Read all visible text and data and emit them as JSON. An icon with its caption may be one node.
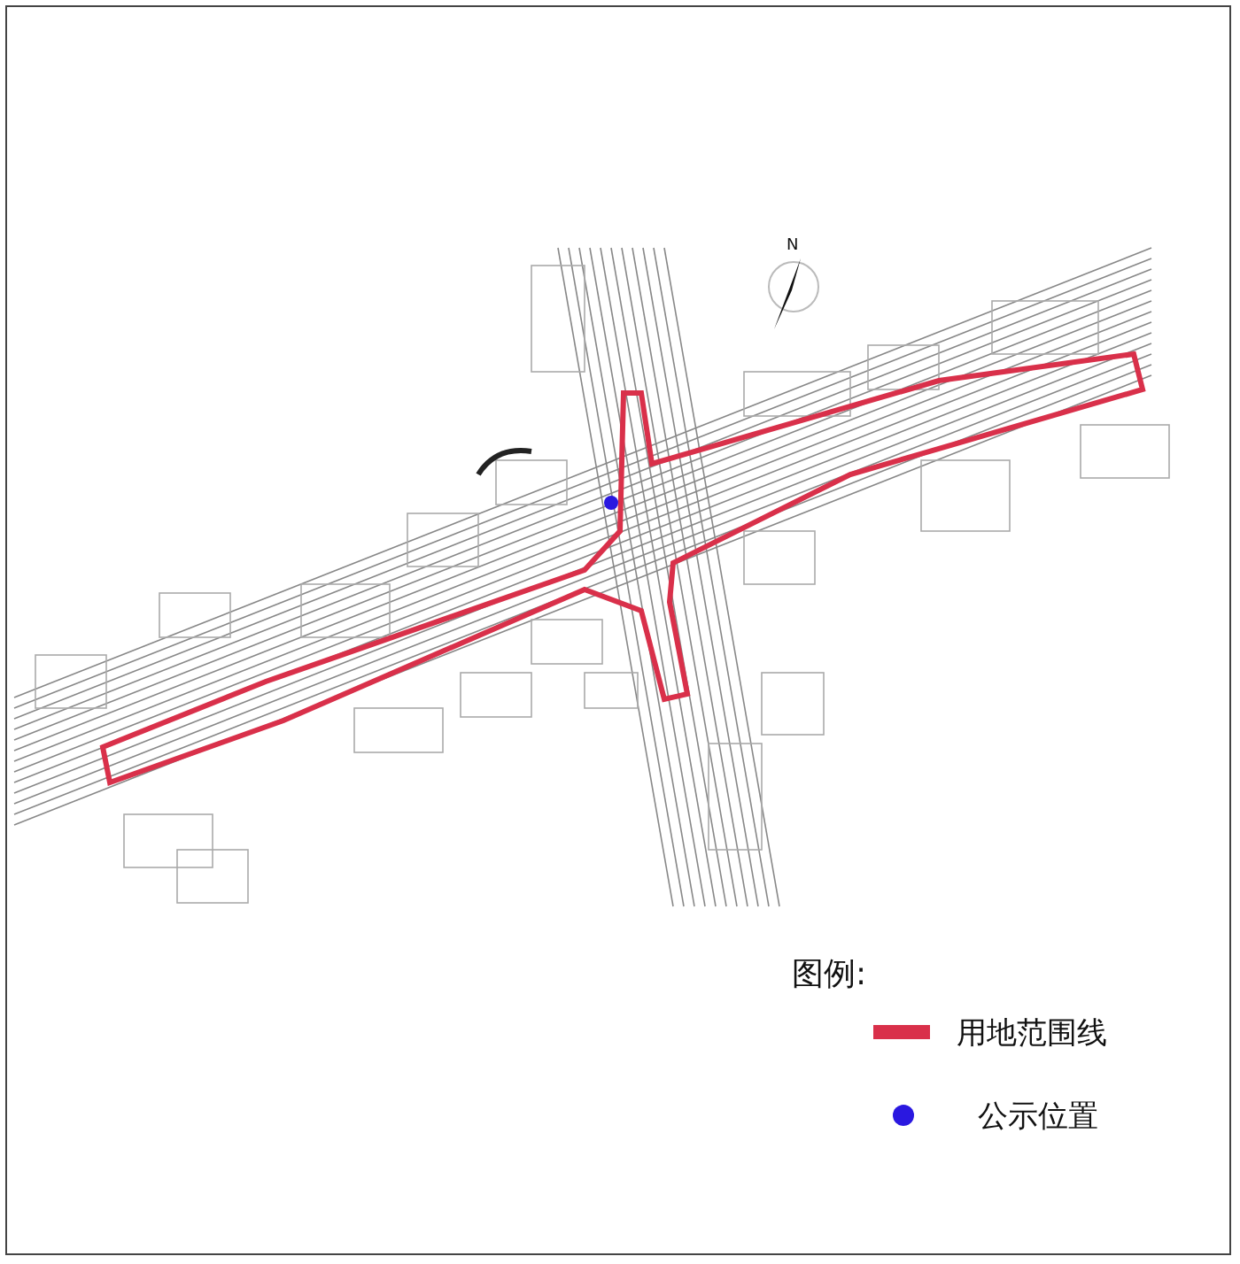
{
  "diagram": {
    "labels": [
      "N",
      "图例:"
    ],
    "legend": [
      {
        "text": "用地范围线",
        "color": "#d9304a"
      },
      {
        "text": "公示位置",
        "color": "#2a18e0"
      }
    ]
  }
}
